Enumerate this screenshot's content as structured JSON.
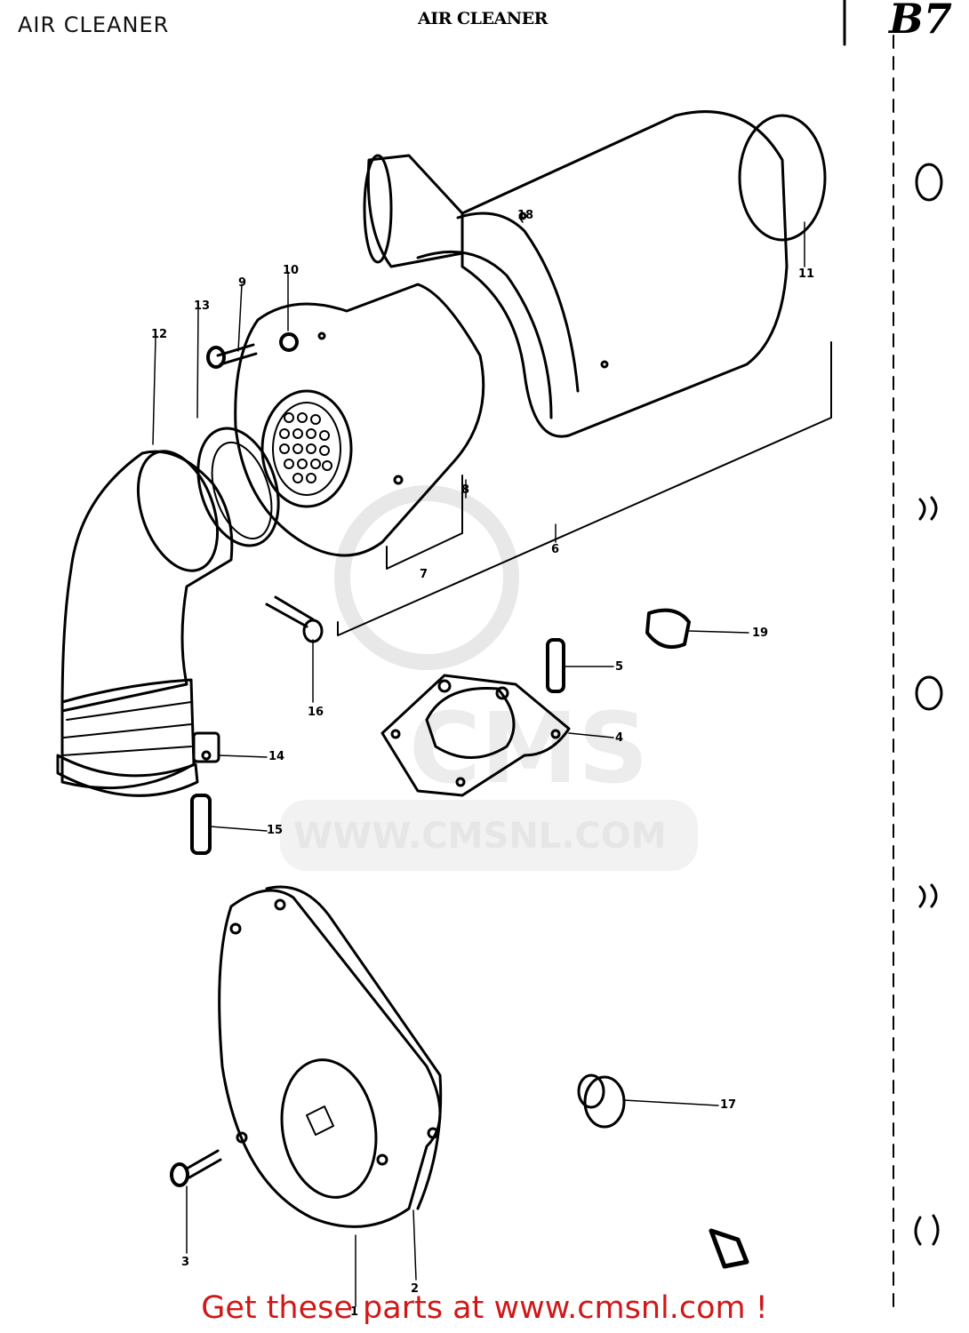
{
  "header": {
    "label": "AIR CLEANER",
    "title": "AIR CLEANER",
    "page_code": "B7"
  },
  "callouts": [
    "1",
    "2",
    "3",
    "4",
    "5",
    "6",
    "7",
    "8",
    "9",
    "10",
    "11",
    "12",
    "13",
    "14",
    "15",
    "16",
    "17",
    "18",
    "19"
  ],
  "watermark": {
    "brand": "CMS",
    "url": "WWW.CMSNL.COM"
  },
  "footer": {
    "text": "Get these parts at www.cmsnl.com !"
  },
  "colors": {
    "footer": "#d01818",
    "watermark": "#e6e6e6",
    "lines": "#000000"
  }
}
